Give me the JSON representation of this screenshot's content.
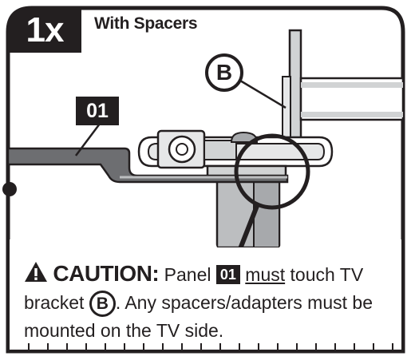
{
  "step": {
    "count": "1x",
    "title": "With Spacers"
  },
  "labels": {
    "panel_tag": "01",
    "bracket_tag": "B"
  },
  "caution": {
    "label": "CAUTION:",
    "text1": " Panel ",
    "panel_tag": "01",
    "must": "must",
    "text2": " touch TV bracket ",
    "bracket_tag": "B",
    "text3": ". Any spacers/adapters must be mounted on the TV side."
  },
  "colors": {
    "ink": "#231f20",
    "panel_gray": "#6d6e71",
    "light_gray": "#bcbec0",
    "mid_gray": "#a7a9ac"
  }
}
